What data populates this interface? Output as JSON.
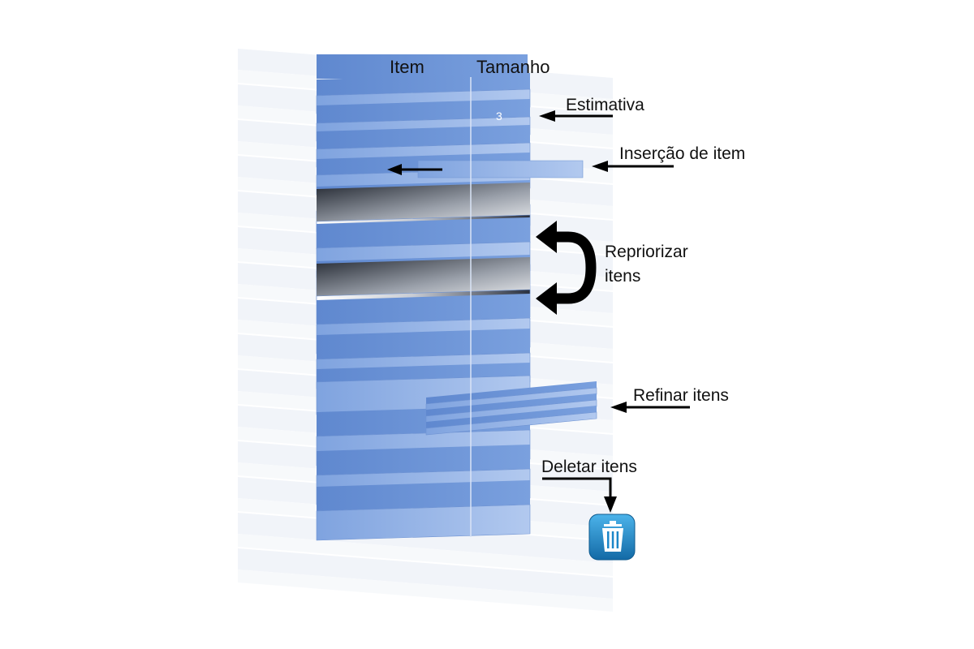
{
  "columns": {
    "item": "Item",
    "size": "Tamanho"
  },
  "estimate_value": "3",
  "annotations": {
    "estimate": "Estimativa",
    "insert": "Inserção de item",
    "reprioritize": [
      "Repriorizar",
      "itens"
    ],
    "refine": "Refinar itens",
    "delete": "Deletar itens"
  },
  "icons": {
    "trash": "trash-icon"
  },
  "colors": {
    "block_top": "#6b94d6",
    "block_front": "#9ab8e8",
    "highlight_dark": "#2a3140",
    "trash_blue": "#1b86c8"
  }
}
